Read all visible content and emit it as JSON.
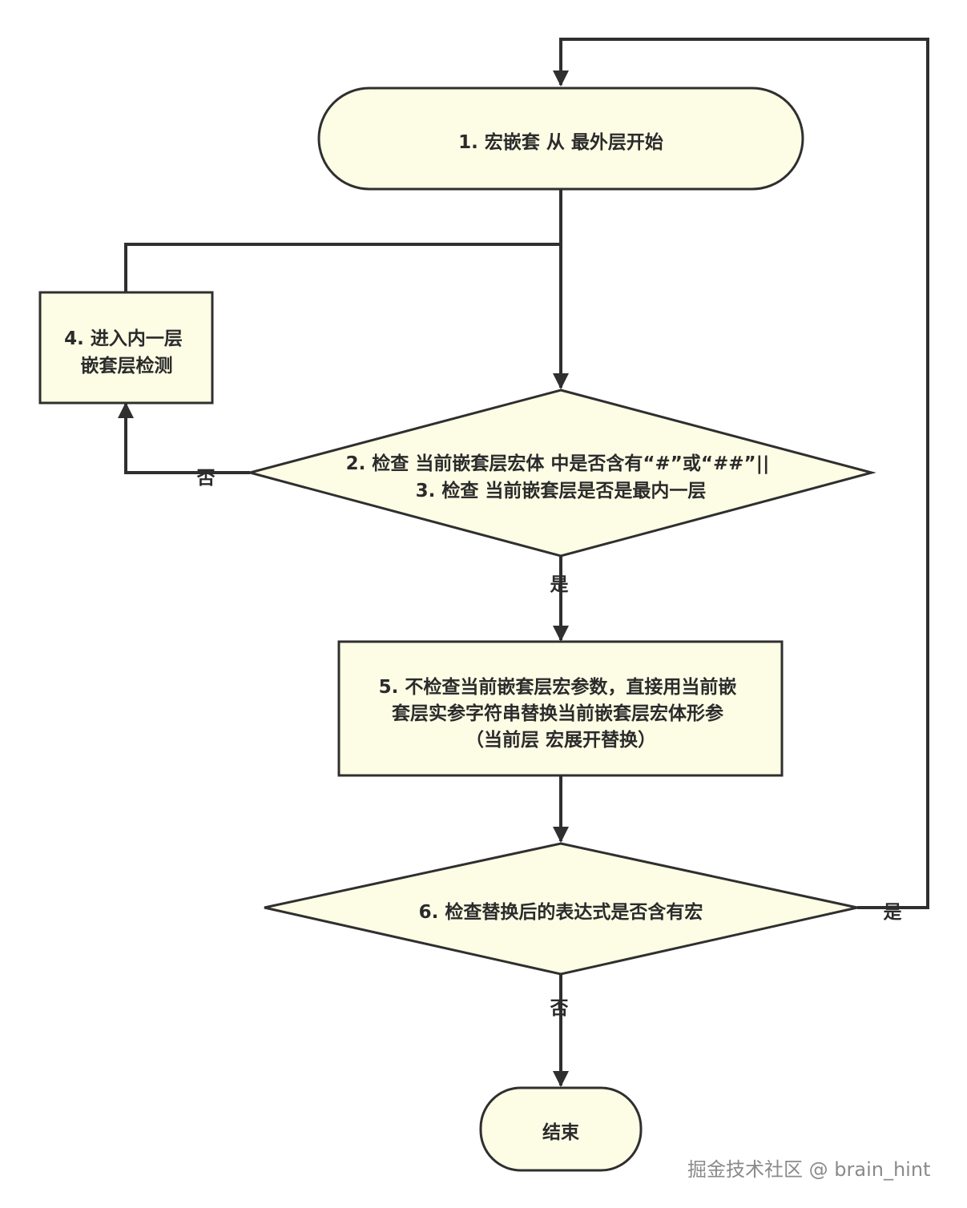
{
  "nodes": {
    "start": {
      "lines": [
        "1. 宏嵌套 从 最外层开始"
      ]
    },
    "enter_inner": {
      "lines": [
        "4. 进入内一层",
        "嵌套层检测"
      ]
    },
    "check_inner": {
      "lines": [
        "2. 检查 当前嵌套层宏体 中是否含有“#”或“##”||",
        "3. 检查 当前嵌套层是否是最内一层"
      ]
    },
    "replace": {
      "lines": [
        "5. 不检查当前嵌套层宏参数，直接用当前嵌",
        "套层实参字符串替换当前嵌套层宏体形参",
        "（当前层 宏展开替换）"
      ]
    },
    "check_macro": {
      "lines": [
        "6. 检查替换后的表达式是否含有宏"
      ]
    },
    "end": {
      "lines": [
        "结束"
      ]
    }
  },
  "edge_labels": {
    "check_inner_no": "否",
    "check_inner_yes": "是",
    "check_macro_yes": "是",
    "check_macro_no": "否"
  },
  "colors": {
    "node_fill": "#fdfde6",
    "stroke": "#2f2f2f"
  },
  "watermark": "掘金技术社区 @ brain_hint"
}
